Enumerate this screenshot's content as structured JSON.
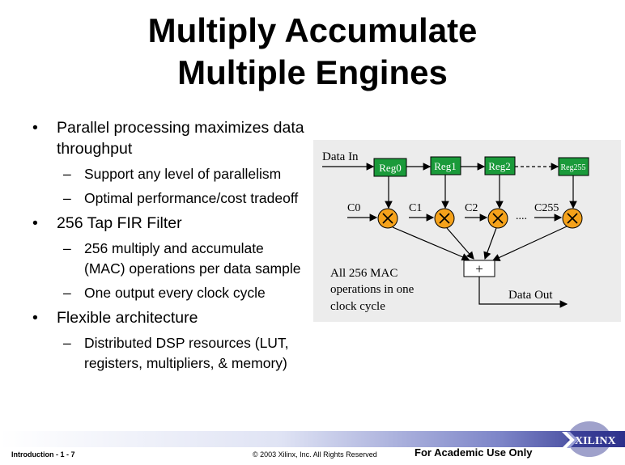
{
  "title": {
    "line1": "Multiply Accumulate",
    "line2": "Multiple Engines"
  },
  "bullets": [
    {
      "text": "Parallel processing maximizes data throughput",
      "subs": [
        "Support any level of parallelism",
        "Optimal performance/cost tradeoff"
      ]
    },
    {
      "text": "256 Tap FIR Filter",
      "subs": [
        "256 multiply and accumulate (MAC) operations per data sample",
        "One output every clock cycle"
      ]
    },
    {
      "text": "Flexible architecture",
      "subs": [
        "Distributed DSP resources (LUT, registers, multipliers, & memory)"
      ]
    }
  ],
  "diagram": {
    "data_in": "Data In",
    "registers": [
      "Reg0",
      "Reg1",
      "Reg2",
      "Reg255"
    ],
    "coefficients": [
      "C0",
      "C1",
      "C2",
      "C255"
    ],
    "ellipsis": "....",
    "adder_symbol": "+",
    "note_lines": [
      "All 256 MAC",
      "operations in one",
      "clock cycle"
    ],
    "data_out": "Data Out",
    "colors": {
      "register": "#1a9a3a",
      "multiplier": "#f5a21b",
      "background": "#ececec"
    }
  },
  "footer": {
    "left": "Introduction  -  1  - 7",
    "center": "© 2003 Xilinx, Inc. All Rights Reserved",
    "right": "For Academic Use Only",
    "logo": "XILINX",
    "logo_icon": "xilinx-x-icon"
  }
}
